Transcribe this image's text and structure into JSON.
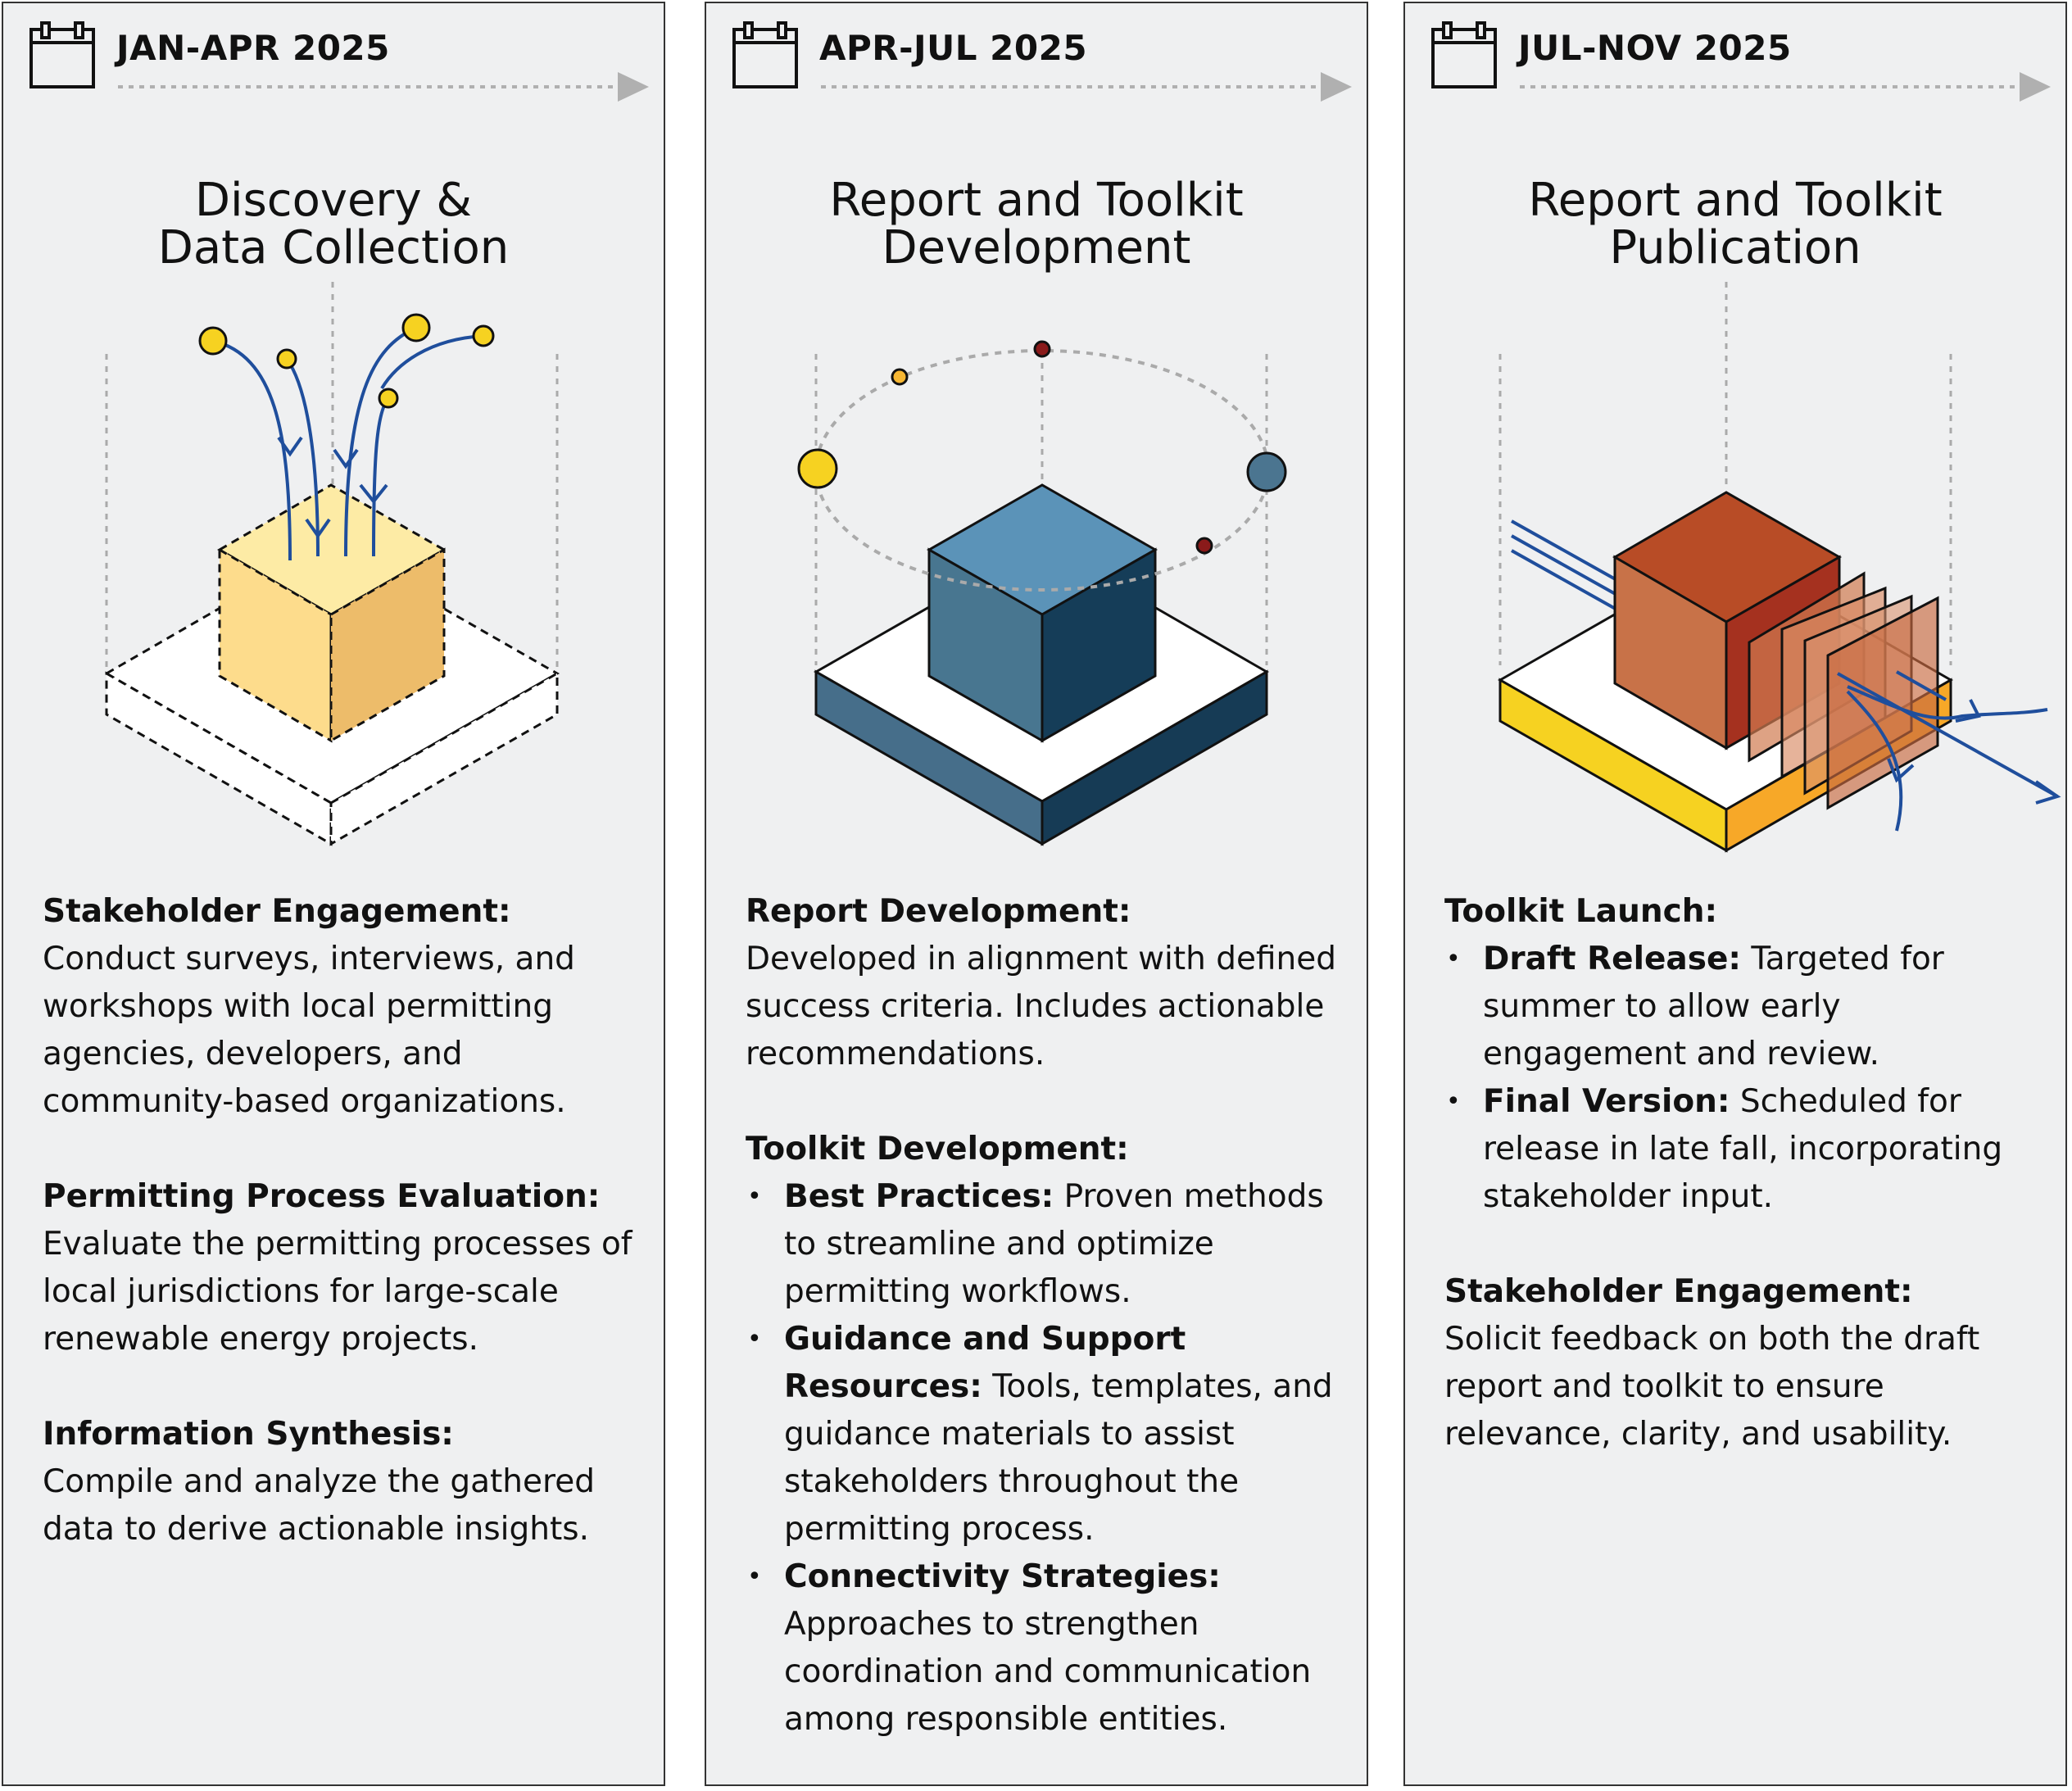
{
  "phases": [
    {
      "date": "JAN-APR 2025",
      "title": "Discovery &\nData Collection",
      "sections": [
        {
          "heading": "Stakeholder Engagement:",
          "body": "Conduct surveys, interviews, and workshops with local permitting agencies, developers, and community-based organizations."
        },
        {
          "heading": "Permitting Process Evaluation:",
          "body": "Evaluate the permitting processes of local jurisdictions for large-scale renewable energy projects."
        },
        {
          "heading": "Information Synthesis:",
          "body": "Compile and analyze the gathered data to derive actionable insights."
        }
      ]
    },
    {
      "date": "APR-JUL 2025",
      "title": "Report and Toolkit\nDevelopment",
      "sections": [
        {
          "heading": "Report Development:",
          "body": "Developed in alignment with defined success criteria. Includes actionable recommendations."
        },
        {
          "heading": "Toolkit Development:",
          "bullets": [
            {
              "term": "Best Practices:",
              "text": "Proven methods to streamline and optimize permitting workflows."
            },
            {
              "term": "Guidance and Support Resources:",
              "text": "Tools, templates, and guidance materials to assist stakeholders throughout the permitting process."
            },
            {
              "term": "Connectivity Strategies:",
              "text": "Approaches to strengthen coordination and communication among responsible entities."
            }
          ]
        }
      ]
    },
    {
      "date": "JUL-NOV 2025",
      "title": "Report and Toolkit\nPublication",
      "sections": [
        {
          "heading": "Toolkit Launch:",
          "bullets": [
            {
              "term": "Draft Release:",
              "text": "Targeted for summer to allow early engagement and review."
            },
            {
              "term": "Final Version:",
              "text": "Scheduled for release in late fall, incorporating stakeholder input."
            }
          ]
        },
        {
          "heading": "Stakeholder Engagement:",
          "body": "Solicit feedback on both the draft report and toolkit to ensure relevance, clarity, and usability."
        }
      ]
    }
  ],
  "colors": {
    "panel_bg": "#eff0f1",
    "border": "#333333",
    "arrow_gray": "#b0b0b0",
    "flow_blue": "#1f4e9c",
    "dot_yellow": "#f6d221",
    "dot_red": "#8a1a1a",
    "cube_yellow": "#fddc8c",
    "cube_blue": "#5b93b8",
    "cube_orange": "#b84c26"
  }
}
